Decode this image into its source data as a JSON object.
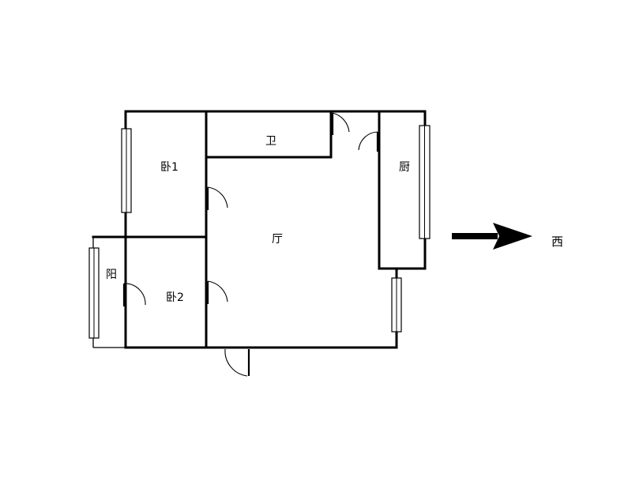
{
  "rooms": {
    "bedroom1": "卧1",
    "bedroom2": "卧2",
    "bathroom": "卫",
    "living": "厅",
    "kitchen": "厨",
    "balcony": "阳"
  },
  "direction": {
    "label": "西"
  },
  "colors": {
    "line": "#000000",
    "background": "#ffffff"
  }
}
